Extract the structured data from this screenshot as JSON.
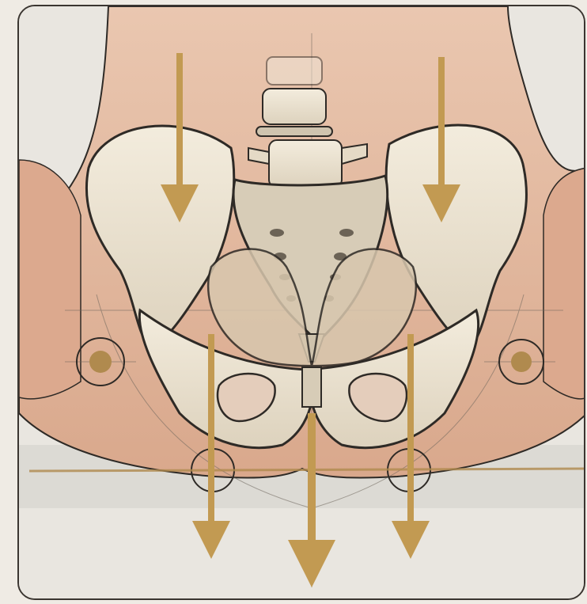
{
  "illustration": {
    "subject": "pelvis-weight-distribution",
    "colors": {
      "background": "#e9e6e0",
      "skin": "#e2b9a0",
      "skin_shadow": "#c98e72",
      "bone": "#efe6d4",
      "bone_shade": "#b8ad99",
      "outline": "#2e2a26",
      "arrow": "#c29a52",
      "marker_fill": "#b08a4e",
      "guide_line": "#6e665c"
    },
    "arrows": {
      "upper_count": 2,
      "lower_count": 3,
      "direction": "down"
    },
    "markers": {
      "hip_joint_count": 2,
      "contact_point_count": 2
    }
  }
}
